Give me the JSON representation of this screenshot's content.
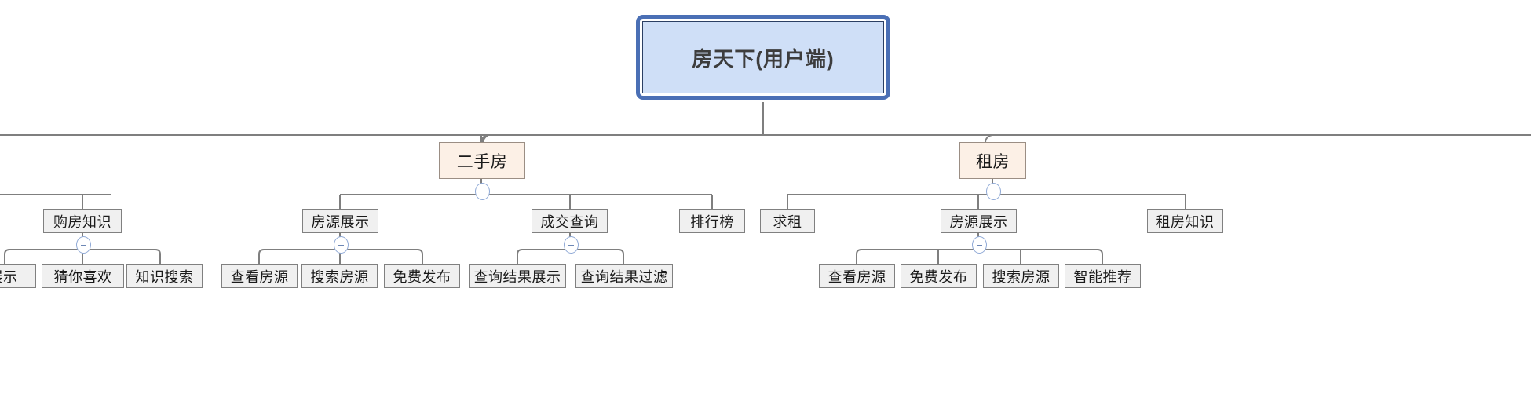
{
  "diagram": {
    "title": "房天下(用户端)",
    "type": "sitemap-tree",
    "colors": {
      "root_fill": "#cfdff7",
      "root_border": "#2b3f63",
      "selection_border": "#4a6fb5",
      "level2_fill": "#fcf0e6",
      "level2_border": "#9b8e84",
      "node_fill": "#f0f0f0",
      "node_border": "#808080",
      "connector": "#7f7f7f",
      "toggle_border": "#8fa9d6",
      "text": "#1a1a1a"
    },
    "toggle_glyph": "−"
  },
  "root": {
    "label": "房天下(用户端)",
    "selected": true
  },
  "branches": [
    {
      "id": "branch-left-partial",
      "label": "",
      "children": [
        {
          "id": "gou-fang-zhi-shi",
          "label": "购房知识",
          "collapsible": true,
          "children": [
            {
              "id": "zhan-shi",
              "label": "展示"
            },
            {
              "id": "cai-ni-xi-huan",
              "label": "猜你喜欢"
            },
            {
              "id": "zhi-shi-sou-suo",
              "label": "知识搜索"
            }
          ]
        }
      ]
    },
    {
      "id": "er-shou-fang",
      "label": "二手房",
      "collapsible": true,
      "children": [
        {
          "id": "fang-yuan-zhan-shi-1",
          "label": "房源展示",
          "collapsible": true,
          "children": [
            {
              "id": "cha-kan-fang-yuan-1",
              "label": "查看房源"
            },
            {
              "id": "sou-suo-fang-yuan-1",
              "label": "搜索房源"
            },
            {
              "id": "mian-fei-fa-bu-1",
              "label": "免费发布"
            }
          ]
        },
        {
          "id": "cheng-jiao-cha-xun",
          "label": "成交查询",
          "collapsible": true,
          "children": [
            {
              "id": "cha-xun-jie-guo-zhan-shi",
              "label": "查询结果展示"
            },
            {
              "id": "cha-xun-jie-guo-guo-lv",
              "label": "查询结果过滤"
            }
          ]
        },
        {
          "id": "pai-hang-bang",
          "label": "排行榜",
          "collapsible": false,
          "children": []
        }
      ]
    },
    {
      "id": "zu-fang",
      "label": "租房",
      "collapsible": true,
      "children": [
        {
          "id": "qiu-zu",
          "label": "求租",
          "collapsible": false,
          "children": []
        },
        {
          "id": "fang-yuan-zhan-shi-2",
          "label": "房源展示",
          "collapsible": true,
          "children": [
            {
              "id": "cha-kan-fang-yuan-2",
              "label": "查看房源"
            },
            {
              "id": "mian-fei-fa-bu-2",
              "label": "免费发布"
            },
            {
              "id": "sou-suo-fang-yuan-2",
              "label": "搜索房源"
            },
            {
              "id": "zhi-neng-tui-jian",
              "label": "智能推荐"
            }
          ]
        },
        {
          "id": "zu-fang-zhi-shi",
          "label": "租房知识",
          "collapsible": false,
          "children": []
        }
      ]
    }
  ],
  "nodes_flat": {
    "root": "房天下(用户端)",
    "n_ershoufang": "二手房",
    "n_zufang": "租房",
    "n_goufangzhishi": "购房知识",
    "n_fangyuanzhanshi1": "房源展示",
    "n_chengjiaochaxun": "成交查询",
    "n_paihangbang": "排行榜",
    "n_qiuzu": "求租",
    "n_fangyuanzhanshi2": "房源展示",
    "n_zufangzhishi": "租房知识",
    "n_zhanshi": "展示",
    "n_cainixihuan": "猜你喜欢",
    "n_zhishisousuo": "知识搜索",
    "n_chakanfangyuan1": "查看房源",
    "n_sousuofangyuan1": "搜索房源",
    "n_mianfeifabu1": "免费发布",
    "n_chaxunjieguozhanshi": "查询结果展示",
    "n_chaxunjieguoguolv": "查询结果过滤",
    "n_chakanfangyuan2": "查看房源",
    "n_mianfeifabu2": "免费发布",
    "n_sousuofangyuan2": "搜索房源",
    "n_zhinengtuijian": "智能推荐"
  }
}
